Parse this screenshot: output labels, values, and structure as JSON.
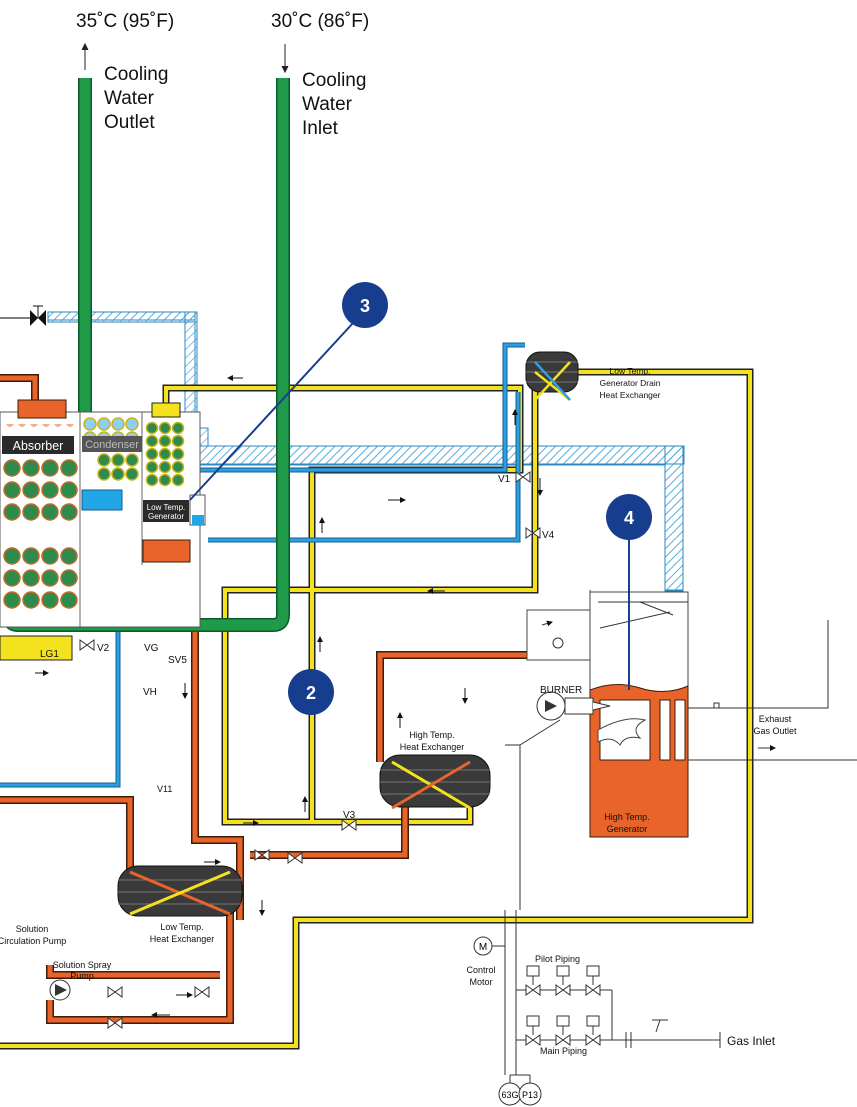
{
  "top": {
    "outlet_temp": "35˚C (95˚F)",
    "inlet_temp": "30˚C (86˚F)",
    "outlet_label": [
      "Cooling",
      "Water",
      "Outlet"
    ],
    "inlet_label": [
      "Cooling",
      "Water",
      "Inlet"
    ]
  },
  "markers": {
    "m3": "3",
    "m4": "4",
    "m2": "2"
  },
  "vessels": {
    "absorber": "Absorber",
    "condenser": "Condenser",
    "ltg_short": [
      "Low Temp.",
      "Generator"
    ]
  },
  "components": {
    "ltg_drain_hx": [
      "Low Temp.",
      "Generator Drain",
      "Heat Exchanger"
    ],
    "high_temp_hx": [
      "High Temp.",
      "Heat Exchanger"
    ],
    "low_temp_hx": [
      "Low Temp.",
      "Heat Exchanger"
    ],
    "high_temp_gen": [
      "High Temp.",
      "Generator"
    ],
    "burner": "BURNER",
    "exhaust": [
      "Exhaust",
      "Gas Outlet"
    ],
    "solution_circ_pump": [
      "Solution",
      "Circulation Pump"
    ],
    "solution_spray_pump": [
      "Solution Spray",
      "Pump"
    ],
    "control_motor": [
      "Control",
      "Motor"
    ],
    "motor_symbol": "M",
    "pilot_piping": "Pilot Piping",
    "main_piping": "Main Piping",
    "gas_inlet": "Gas Inlet",
    "switch_63g": "63G",
    "switch_p13": "P13"
  },
  "valves": {
    "v1": "V1",
    "v2": "V2",
    "v3": "V3",
    "v4": "V4",
    "v11": "V11",
    "vg": "VG",
    "vh": "VH",
    "sv5": "SV5",
    "lg1": "LG1"
  },
  "colors": {
    "cooling_water": "#1e9a48",
    "refrigerant_vapor_blue": "#1f8ac9",
    "weak_solution_yellow": "#f4e21e",
    "strong_solution_orange": "#e8642a",
    "marker_blue": "#173e8e",
    "hatch_blue": "#5fb3d9"
  }
}
